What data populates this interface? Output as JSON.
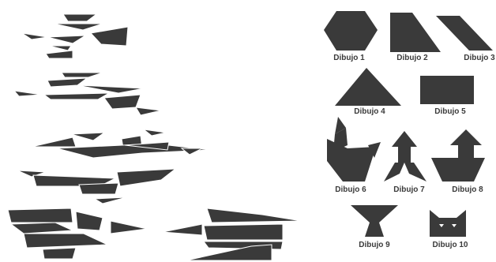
{
  "colors": {
    "shape": "#3a3a3a",
    "background": "#ffffff",
    "label": "#3a3a3a"
  },
  "drawings": [
    {
      "id": 1,
      "label": "Dibujo 1",
      "shape": "hexagon"
    },
    {
      "id": 2,
      "label": "Dibujo 2",
      "shape": "trapezoid"
    },
    {
      "id": 3,
      "label": "Dibujo 3",
      "shape": "parallelogram"
    },
    {
      "id": 4,
      "label": "Dibujo 4",
      "shape": "triangle"
    },
    {
      "id": 5,
      "label": "Dibujo 5",
      "shape": "rectangle"
    },
    {
      "id": 6,
      "label": "Dibujo 6",
      "shape": "swan"
    },
    {
      "id": 7,
      "label": "Dibujo 7",
      "shape": "rocket"
    },
    {
      "id": 8,
      "label": "Dibujo 8",
      "shape": "boat"
    },
    {
      "id": 9,
      "label": "Dibujo 9",
      "shape": "hourglass"
    },
    {
      "id": 10,
      "label": "Dibujo 10",
      "shape": "cat-face"
    }
  ]
}
